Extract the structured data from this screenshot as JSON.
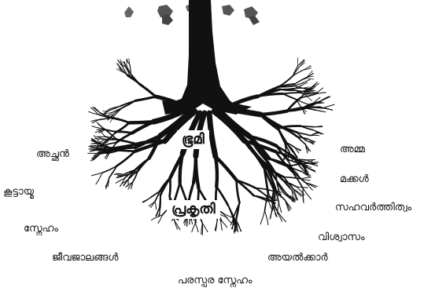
{
  "diagram": {
    "center_labels": {
      "bhoomi": "ഭൂമി",
      "prakruthi": "പ്രകൃതി"
    },
    "root_labels": {
      "achan": "അച്ഛൻ",
      "kuttayma": "കൂട്ടായ്മ",
      "sneham": "സ്നേഹം",
      "jeevajalangal": "ജീവജാലങ്ങൾ",
      "paraspara_sneham": "പരസ്പര സ്നേഹം",
      "amma": "അമ്മ",
      "makkal": "മക്കൾ",
      "sahavarthithwam": "സഹവർത്തിത്വം",
      "viswasam": "വിശ്വാസം",
      "ayalkkar": "അയൽക്കാർ"
    }
  },
  "colors": {
    "background": "#ffffff",
    "tree": "#111111",
    "leaves": "#555555"
  }
}
